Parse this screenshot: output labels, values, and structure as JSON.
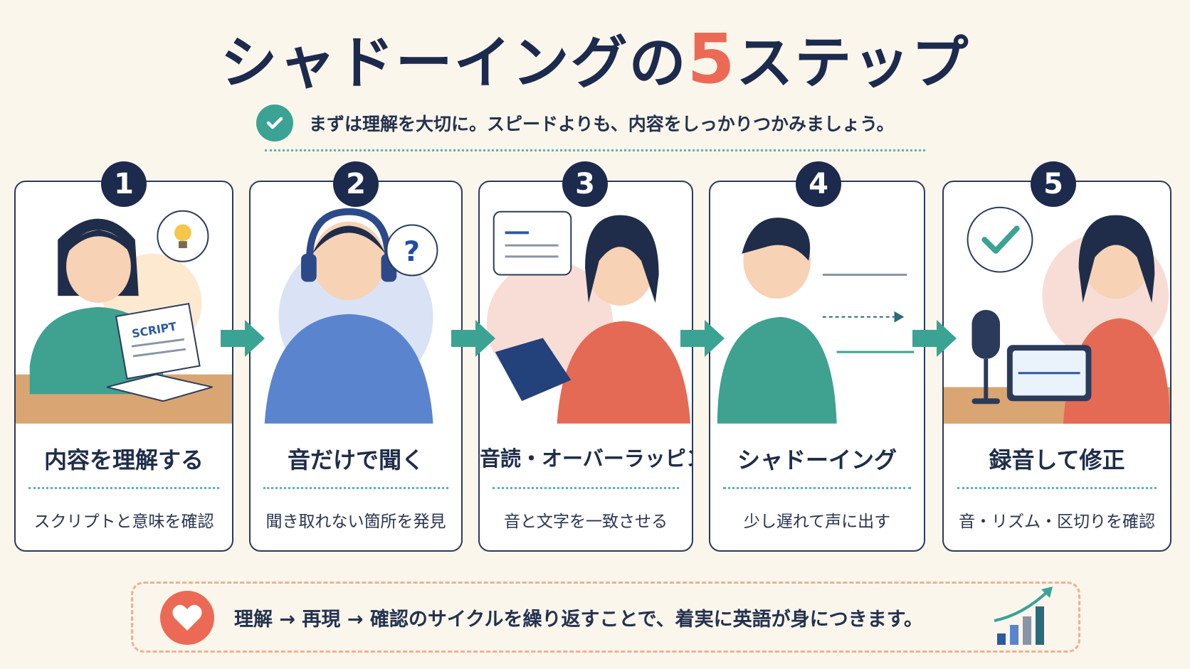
{
  "title": {
    "before": "シャドーイングの",
    "number": "5",
    "after": "ステップ"
  },
  "subtitle": "まずは理解を大切に。スピードよりも、内容をしっかりつかみましょう。",
  "steps": [
    {
      "number": "1",
      "title": "内容を理解する",
      "desc": "スクリプトと意味を確認",
      "script_label": "SCRIPT"
    },
    {
      "number": "2",
      "title": "音だけで聞く",
      "desc": "聞き取れない箇所を発見"
    },
    {
      "number": "3",
      "title": "音読・オーバーラッピング",
      "desc": "音と文字を一致させる"
    },
    {
      "number": "4",
      "title": "シャドーイング",
      "desc": "少し遅れて声に出す"
    },
    {
      "number": "5",
      "title": "録音して修正",
      "desc": "音・リズム・区切りを確認"
    }
  ],
  "footer": {
    "text": "理解 → 再現 → 確認のサイクルを繰り返すことで、着実に英語が身につきます。"
  },
  "colors": {
    "navy": "#1c2a4d",
    "accent_red": "#ec6a55",
    "teal": "#3aa394",
    "background": "#fbf6ec"
  },
  "icons": [
    "check-icon",
    "lightbulb-icon",
    "question-icon",
    "headphones-icon",
    "speech-bubble-icon",
    "sound-wave-icon",
    "microphone-icon",
    "tablet-icon",
    "heart-icon",
    "growth-chart-icon",
    "arrow-right-icon"
  ]
}
